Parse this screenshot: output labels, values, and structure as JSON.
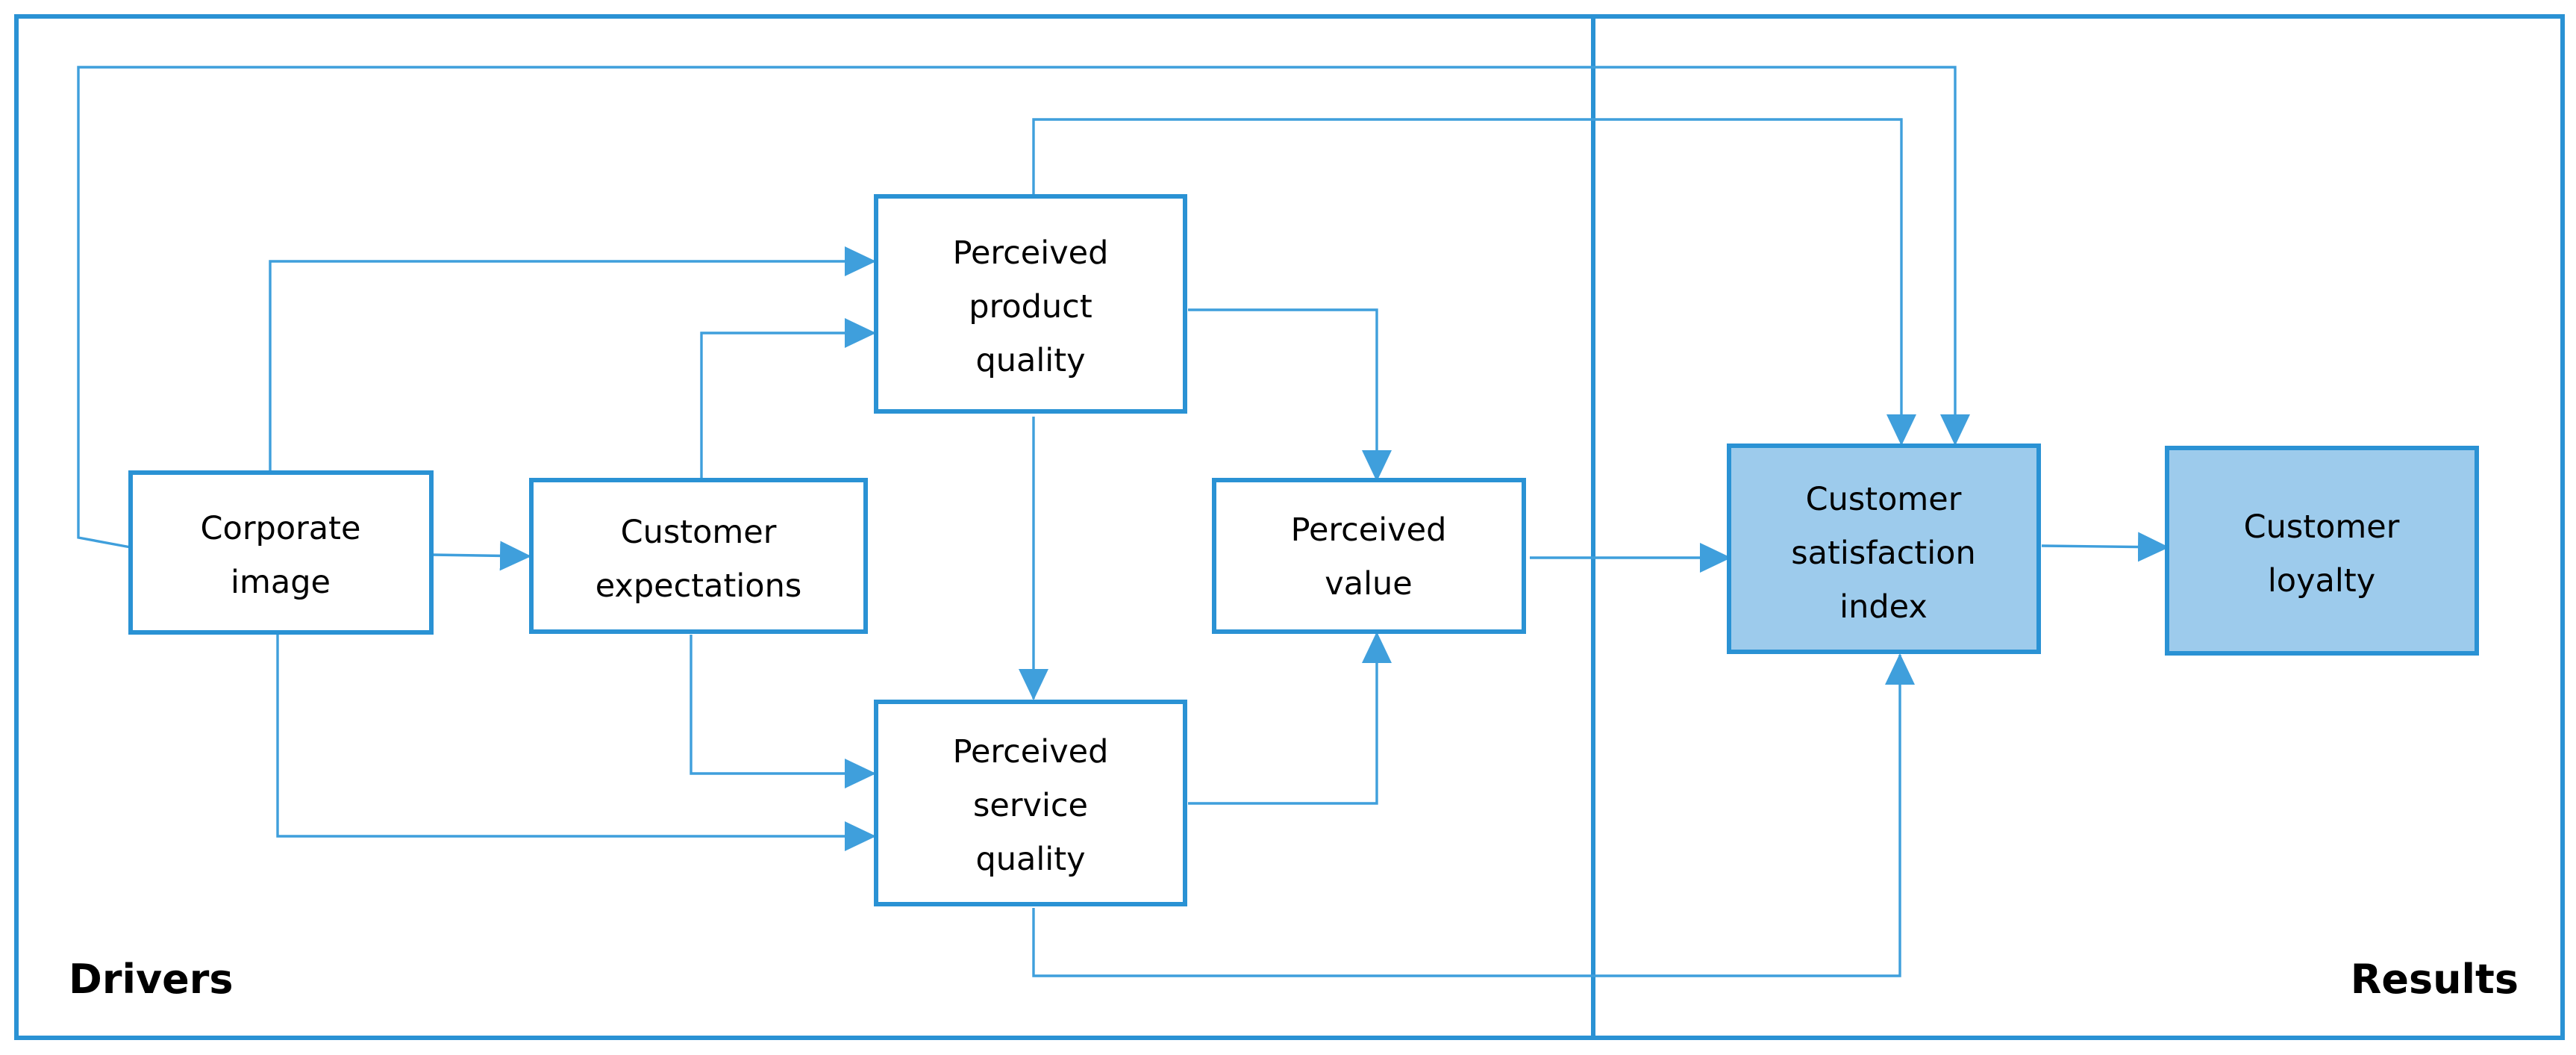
{
  "sections": {
    "drivers": "Drivers",
    "results": "Results"
  },
  "nodes": {
    "corporate_image": {
      "lines": [
        "Corporate",
        "image"
      ]
    },
    "customer_expectations": {
      "lines": [
        "Customer",
        "expectations"
      ]
    },
    "perceived_product_quality": {
      "lines": [
        "Perceived",
        "product",
        "quality"
      ]
    },
    "perceived_value": {
      "lines": [
        "Perceived",
        "value"
      ]
    },
    "perceived_service_quality": {
      "lines": [
        "Perceived",
        "service",
        "quality"
      ]
    },
    "customer_satisfaction_index": {
      "lines": [
        "Customer",
        "satisfaction",
        "index"
      ]
    },
    "customer_loyalty": {
      "lines": [
        "Customer",
        "loyalty"
      ]
    }
  },
  "connections": [
    {
      "from": "Corporate image",
      "to": "Customer expectations"
    },
    {
      "from": "Corporate image",
      "to": "Perceived product quality"
    },
    {
      "from": "Corporate image",
      "to": "Perceived service quality"
    },
    {
      "from": "Corporate image",
      "to": "Customer satisfaction index"
    },
    {
      "from": "Customer expectations",
      "to": "Perceived product quality"
    },
    {
      "from": "Customer expectations",
      "to": "Perceived service quality"
    },
    {
      "from": "Perceived product quality",
      "to": "Perceived service quality"
    },
    {
      "from": "Perceived product quality",
      "to": "Perceived value"
    },
    {
      "from": "Perceived product quality",
      "to": "Customer satisfaction index"
    },
    {
      "from": "Perceived service quality",
      "to": "Perceived value"
    },
    {
      "from": "Perceived service quality",
      "to": "Customer satisfaction index"
    },
    {
      "from": "Perceived value",
      "to": "Customer satisfaction index"
    },
    {
      "from": "Customer satisfaction index",
      "to": "Customer loyalty"
    }
  ],
  "colors": {
    "line": "#2a92d4",
    "result_fill": "#9dcbec",
    "box_fill": "#ffffff",
    "text": "#000000"
  }
}
